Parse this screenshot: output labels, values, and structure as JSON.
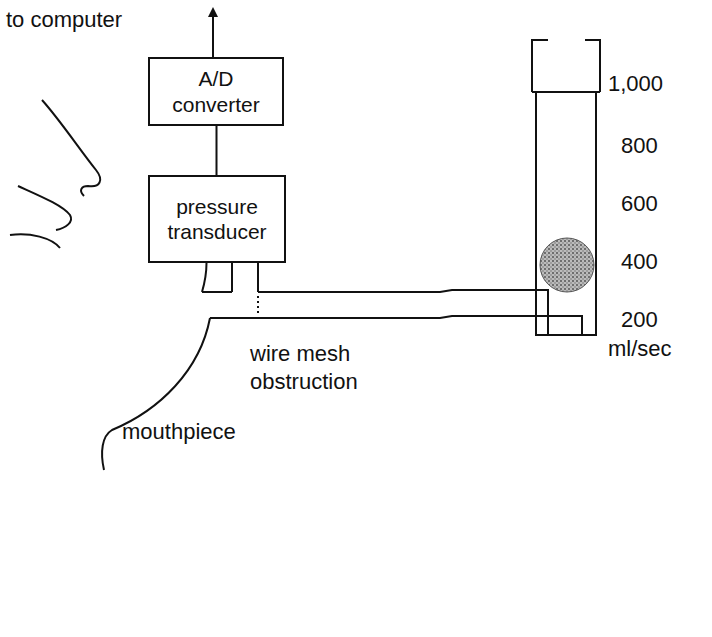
{
  "diagram": {
    "nodes": [
      {
        "text": [
          "A/D converter"
        ]
      },
      {
        "text": [
          "pressure transducer"
        ]
      }
    ],
    "edges": [
      {
        "from": 0,
        "to": 1,
        "arrow": "none"
      }
    ],
    "labels": [
      "to computer",
      "1,000",
      "800",
      "600",
      "400",
      "200",
      "ml/sec",
      "wire mesh obstruction",
      "mouthpiece"
    ]
  }
}
